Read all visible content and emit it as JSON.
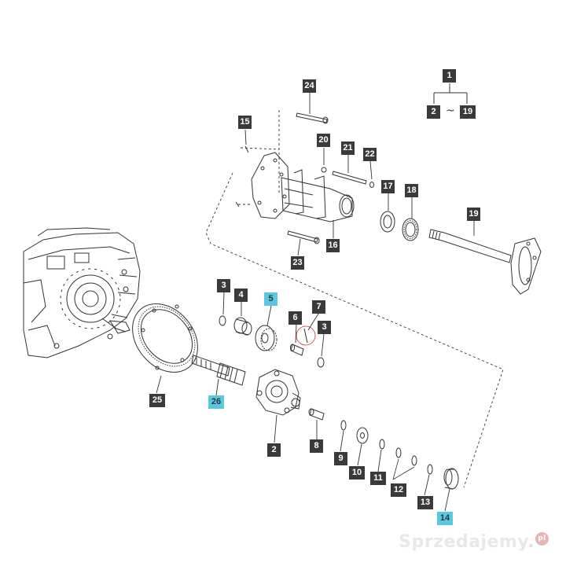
{
  "callouts": {
    "c1": "1",
    "c2a": "2",
    "c19a": "19",
    "c24": "24",
    "c15": "15",
    "c20": "20",
    "c21": "21",
    "c22": "22",
    "c17": "17",
    "c18": "18",
    "c19": "19",
    "c16": "16",
    "c23": "23",
    "c3a": "3",
    "c4": "4",
    "c5": "5",
    "c6": "6",
    "c7": "7",
    "c3b": "3",
    "c25": "25",
    "c26": "26",
    "c2": "2",
    "c8": "8",
    "c9": "9",
    "c10": "10",
    "c11": "11",
    "c12": "12",
    "c13": "13",
    "c14": "14"
  },
  "range_separator": "~",
  "highlight_color": "#5cc8e0",
  "watermark": {
    "brand": "Sprzedajemy",
    "tld": "pl"
  }
}
